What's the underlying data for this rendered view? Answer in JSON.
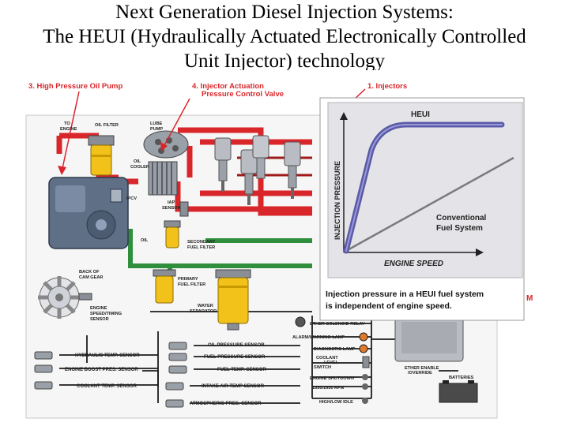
{
  "title": {
    "line1": "Next Generation Diesel Injection Systems:",
    "line2": "The HEUI (Hydraulically Actuated Electronically Controlled",
    "line3": "Unit Injector) technology"
  },
  "callouts": {
    "pump": "3. High Pressure Oil Pump",
    "valve_line1": "4. Injector Actuation",
    "valve_line2": "Pressure Control Valve",
    "injectors": "1. Injectors"
  },
  "components": {
    "to_engine_1": "TO",
    "to_engine_2": "ENGINE",
    "oil_filter": "OIL FILTER",
    "lube_pump_1": "LUBE",
    "lube_pump_2": "PUMP",
    "oil_cooler_1": "OIL",
    "oil_cooler_2": "COOLER",
    "ipcv": "IPCV",
    "iap_sensor_1": "IAP",
    "iap_sensor_2": "SENSOR",
    "oil": "OIL",
    "secondary_filter_1": "SECONDARY",
    "secondary_filter_2": "FUEL FILTER",
    "back_cam_1": "BACK OF",
    "back_cam_2": "CAM GEAR",
    "primary_filter_1": "PRIMARY",
    "primary_filter_2": "FUEL FILTER",
    "water_sep_1": "WATER",
    "water_sep_2": "SEPARATOR",
    "speed_sensor_1": "ENGINE",
    "speed_sensor_2": "SPEED/TIMING",
    "speed_sensor_3": "SENSOR"
  },
  "sensors_left": [
    "HYDRAULIC TEMP. SENSOR",
    "ENGINE BOOST PRES. SENSOR",
    "COOLANT TEMP. SENSOR"
  ],
  "sensors_mid": [
    "OIL PRESSURE SENSOR",
    "FUEL PRESSURE SENSOR",
    "FUEL TEMP. SENSOR",
    "INTAKE AIR TEMP SENSOR",
    "ATMOSPHERIC PRES. SENSOR"
  ],
  "controls": {
    "ether_relay": "ETHER SOLENOID RELAY",
    "alarm_lamp": "ALARM/WARNING LAMP",
    "diag_lamp": "DIAGNOSTIC LAMP",
    "coolant_1": "COOLANT",
    "coolant_2": "LEVEL",
    "coolant_3": "SWITCH",
    "ether_enable_1": "ETHER ENABLE",
    "ether_enable_2": "/OVERRIDE",
    "batteries": "BATTERIES",
    "shutdown": "ENGINE SHUTDOWN",
    "rpm": "1550/1650 RPM",
    "idle": "HIGH/LOW IDLE",
    "cut_m": "M"
  },
  "graph": {
    "heui": "HEUI",
    "yaxis": "INJECTION PRESSURE",
    "xaxis": "ENGINE SPEED",
    "conv_1": "Conventional",
    "conv_2": "Fuel System",
    "caption_1": "Injection pressure in a HEUI fuel system",
    "caption_2": "is independent of engine speed."
  },
  "colors": {
    "oil_line": "#d9262a",
    "oil_line_dark": "#a01a1a",
    "fuel_line": "#2f8f3c",
    "wire": "#1c1c1c",
    "callout": "#d9262a",
    "filter_yellow": "#f2c21b",
    "metal": "#8a8e96",
    "pump_blue": "#5e6f86",
    "heui_curve": "#5a5aa8",
    "conv_line": "#7a7a7a",
    "graph_panel": "#e4e4e8"
  }
}
